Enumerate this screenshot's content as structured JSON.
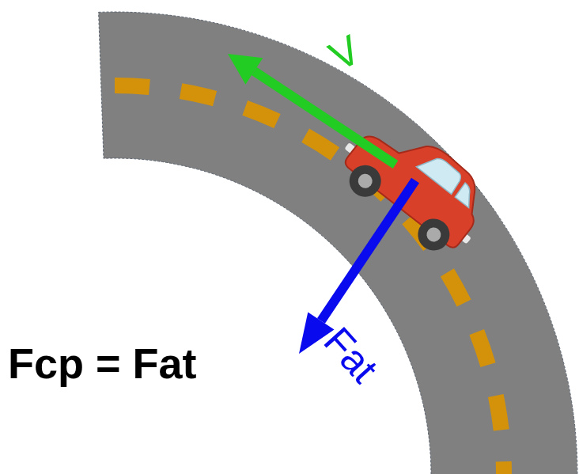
{
  "diagram": {
    "labels": [
      "V",
      "Fat",
      "Fcp = Fat"
    ]
  }
}
